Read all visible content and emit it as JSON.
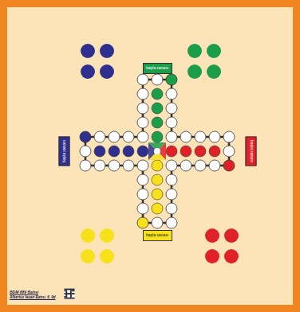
{
  "diagram": {
    "nodes": [
      {
        "text": [
          "başla xanası"
        ]
      },
      {
        "text": [
          "başla xanası"
        ]
      },
      {
        "text": [
          "başla xanası"
        ]
      },
      {
        "text": [
          "başla xanası"
        ]
      }
    ],
    "labels": [
      "BDM 889 Bahsi",
      "Albertus Ieuan Bahsi, 6. 9d"
    ]
  }
}
